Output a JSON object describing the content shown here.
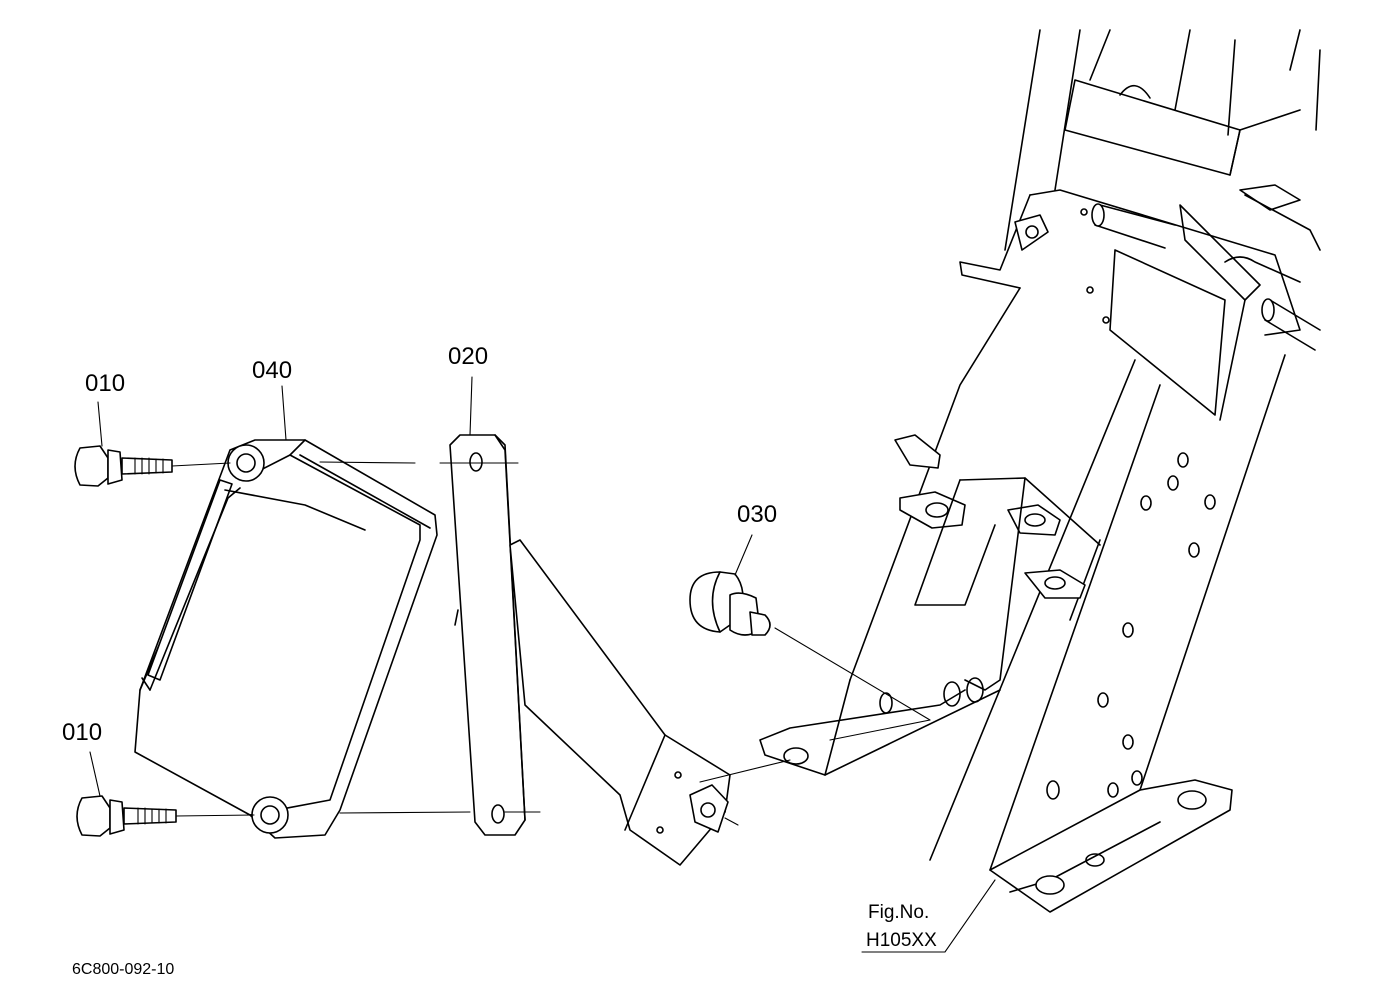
{
  "callouts": {
    "bolt_top": "010",
    "bolt_bottom": "010",
    "controller": "040",
    "bracket": "020",
    "grommet": "030"
  },
  "figure": {
    "label": "Fig.No.",
    "number": "H105XX"
  },
  "drawing_code": "6C800-092-10"
}
